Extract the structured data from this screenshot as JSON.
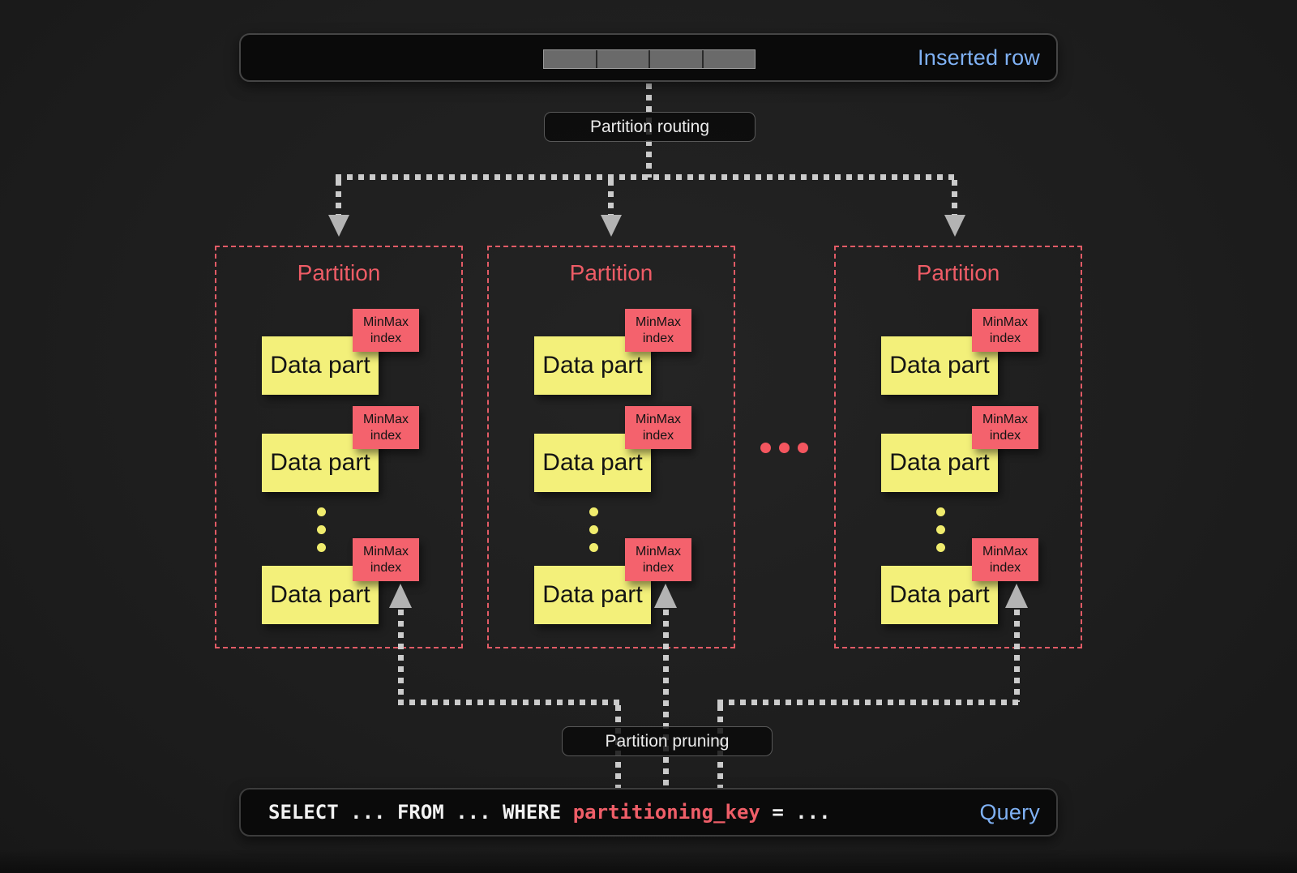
{
  "inserted_row": {
    "label": "Inserted row",
    "cell_count": 4
  },
  "labels": {
    "routing": "Partition routing",
    "pruning": "Partition pruning"
  },
  "partitions": [
    {
      "title": "Partition",
      "parts": [
        {
          "label": "Data part",
          "index_label": "MinMax index"
        },
        {
          "label": "Data part",
          "index_label": "MinMax index"
        },
        {
          "label": "Data part",
          "index_label": "MinMax index"
        }
      ]
    },
    {
      "title": "Partition",
      "parts": [
        {
          "label": "Data part",
          "index_label": "MinMax index"
        },
        {
          "label": "Data part",
          "index_label": "MinMax index"
        },
        {
          "label": "Data part",
          "index_label": "MinMax index"
        }
      ]
    },
    {
      "title": "Partition",
      "parts": [
        {
          "label": "Data part",
          "index_label": "MinMax index"
        },
        {
          "label": "Data part",
          "index_label": "MinMax index"
        },
        {
          "label": "Data part",
          "index_label": "MinMax index"
        }
      ]
    }
  ],
  "query": {
    "sql_prefix": "SELECT ... FROM ... WHERE ",
    "sql_key": "partitioning_key",
    "sql_suffix": " = ...",
    "label": "Query"
  },
  "colors": {
    "accent_red": "#f4626d",
    "accent_yellow": "#f3f07a",
    "accent_blue": "#7fb1f4",
    "partition_border": "#e25b66",
    "sql_key_red": "#ef5e68",
    "connector_gray": "#cbcbcb",
    "background": "#1e1e1e"
  }
}
